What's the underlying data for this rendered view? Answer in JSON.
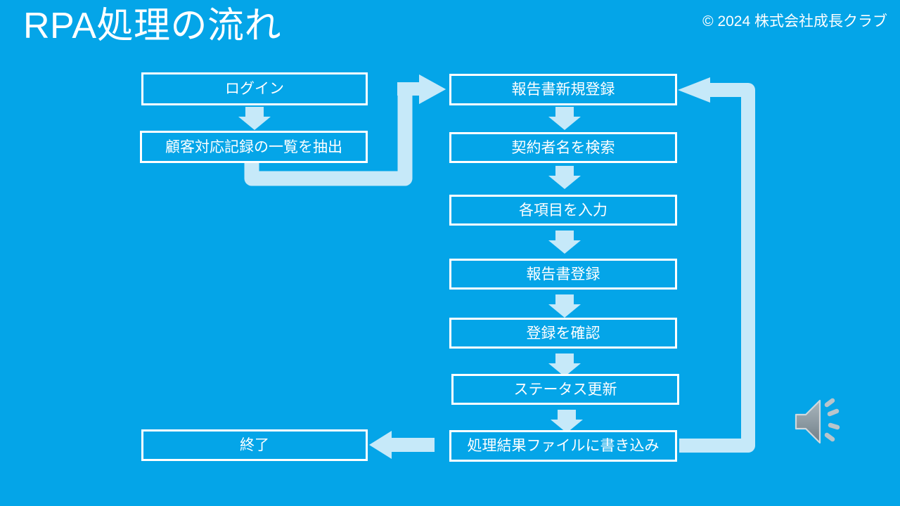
{
  "slide": {
    "title": "RPA処理の流れ",
    "copyright": "© 2024 株式会社成長クラブ",
    "background_color": "#04a5e8",
    "box_border_color": "#ffffff",
    "arrow_color": "#c6e9f9",
    "text_color": "#ffffff"
  },
  "flow": {
    "type": "flowchart",
    "left_column": [
      {
        "id": "login",
        "label": "ログイン"
      },
      {
        "id": "extract",
        "label": "顧客対応記録の一覧を抽出"
      },
      {
        "id": "end",
        "label": "終了"
      }
    ],
    "right_column": [
      {
        "id": "new-report",
        "label": "報告書新規登録"
      },
      {
        "id": "search-name",
        "label": "契約者名を検索"
      },
      {
        "id": "enter-fields",
        "label": "各項目を入力"
      },
      {
        "id": "register",
        "label": "報告書登録"
      },
      {
        "id": "confirm",
        "label": "登録を確認"
      },
      {
        "id": "update-status",
        "label": "ステータス更新"
      },
      {
        "id": "write-file",
        "label": "処理結果ファイルに書き込み"
      }
    ],
    "connections": [
      {
        "from": "login",
        "to": "extract",
        "kind": "down-arrow"
      },
      {
        "from": "extract",
        "to": "new-report",
        "kind": "elbow-right-arrow"
      },
      {
        "from": "new-report",
        "to": "search-name",
        "kind": "down-arrow"
      },
      {
        "from": "search-name",
        "to": "enter-fields",
        "kind": "down-arrow"
      },
      {
        "from": "enter-fields",
        "to": "register",
        "kind": "down-arrow"
      },
      {
        "from": "register",
        "to": "confirm",
        "kind": "down-arrow"
      },
      {
        "from": "confirm",
        "to": "update-status",
        "kind": "down-arrow"
      },
      {
        "from": "update-status",
        "to": "write-file",
        "kind": "down-arrow"
      },
      {
        "from": "write-file",
        "to": "end",
        "kind": "left-arrow"
      },
      {
        "from": "write-file",
        "to": "new-report",
        "kind": "loop-back-right"
      }
    ]
  },
  "media": {
    "audio_icon": "speaker-icon"
  }
}
